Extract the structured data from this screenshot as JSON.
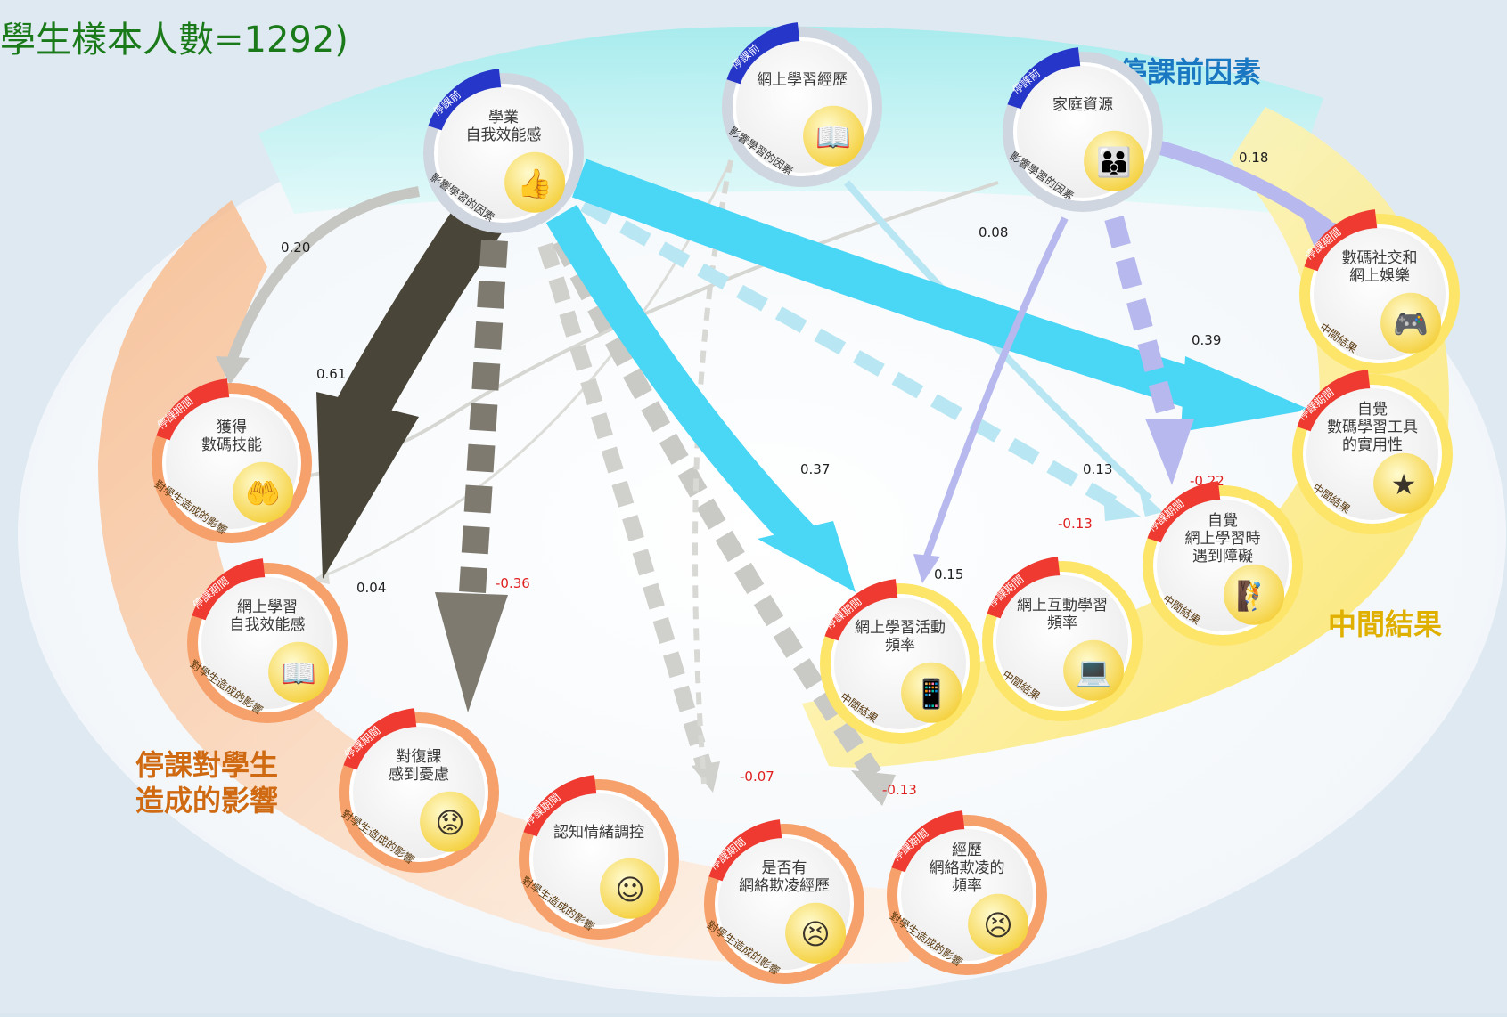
{
  "title": "學生樣本人數=1292)",
  "groups": {
    "pre": "停課前因素",
    "mid": "中間結果",
    "impact_l1": "停課對學生",
    "impact_l2": "造成的影響"
  },
  "tags": {
    "pre": "停課前",
    "during": "停課期間",
    "pre_arc": "影響學習的因素",
    "mid_arc": "中間結果",
    "impact_arc": "對學生造成的影響"
  },
  "nodes": {
    "se": [
      "學業",
      "自我效能感"
    ],
    "ol_exp": [
      "網上學習經歷"
    ],
    "home": [
      "家庭資源"
    ],
    "social": [
      "數碼社交和",
      "網上娛樂"
    ],
    "usefulness": [
      "自覺",
      "數碼學習工具",
      "的實用性"
    ],
    "obstacles": [
      "自覺",
      "網上學習時",
      "遇到障礙"
    ],
    "interact": [
      "網上互動學習",
      "頻率"
    ],
    "activity": [
      "網上學習活動",
      "頻率"
    ],
    "skills": [
      "獲得",
      "數碼技能"
    ],
    "ol_se": [
      "網上學習",
      "自我效能感"
    ],
    "worry": [
      "對復課",
      "感到憂慮"
    ],
    "emo": [
      "認知情緒調控"
    ],
    "bully": [
      "是否有",
      "網絡欺凌經歷"
    ],
    "bully_freq": [
      "經歷",
      "網絡欺凌的",
      "頻率"
    ]
  },
  "coefficients": {
    "se_skills": "0.20",
    "se_olse": "0.61",
    "olexp_skills": "0.04",
    "se_worry": "-0.36",
    "se_bully": "-0.07",
    "se_bullyfreq": "-0.13",
    "se_activity": "0.37",
    "se_obstacles": "-0.13",
    "se_usefulness": "0.39",
    "olexp_obstacles": "0.13",
    "home_obstacles": "-0.22",
    "home_activity": "0.15",
    "home_social": "0.18",
    "home_olse": "0.08"
  },
  "colors": {
    "background": "#d9e6ef",
    "pre_region": "#b9eef0",
    "mid_region": "#fbe76a",
    "impact_region": "#f8c8a0",
    "pre_title": "#1a78c2",
    "mid_title": "#e0b000",
    "impact_title": "#cf6a12",
    "positive_label": "#1f1f1f",
    "negative_label": "#e02020",
    "arrow_dark": "#4a4539",
    "arrow_cyan": "#4ad6f5",
    "arrow_light_cyan": "#b8e6f2",
    "arrow_lavender": "#b7b8ee",
    "arrow_grey": "#c6c6c2",
    "arrow_grey_dark": "#7e7a70",
    "tag_pre": "#2636c8",
    "tag_during": "#ee3a30"
  }
}
